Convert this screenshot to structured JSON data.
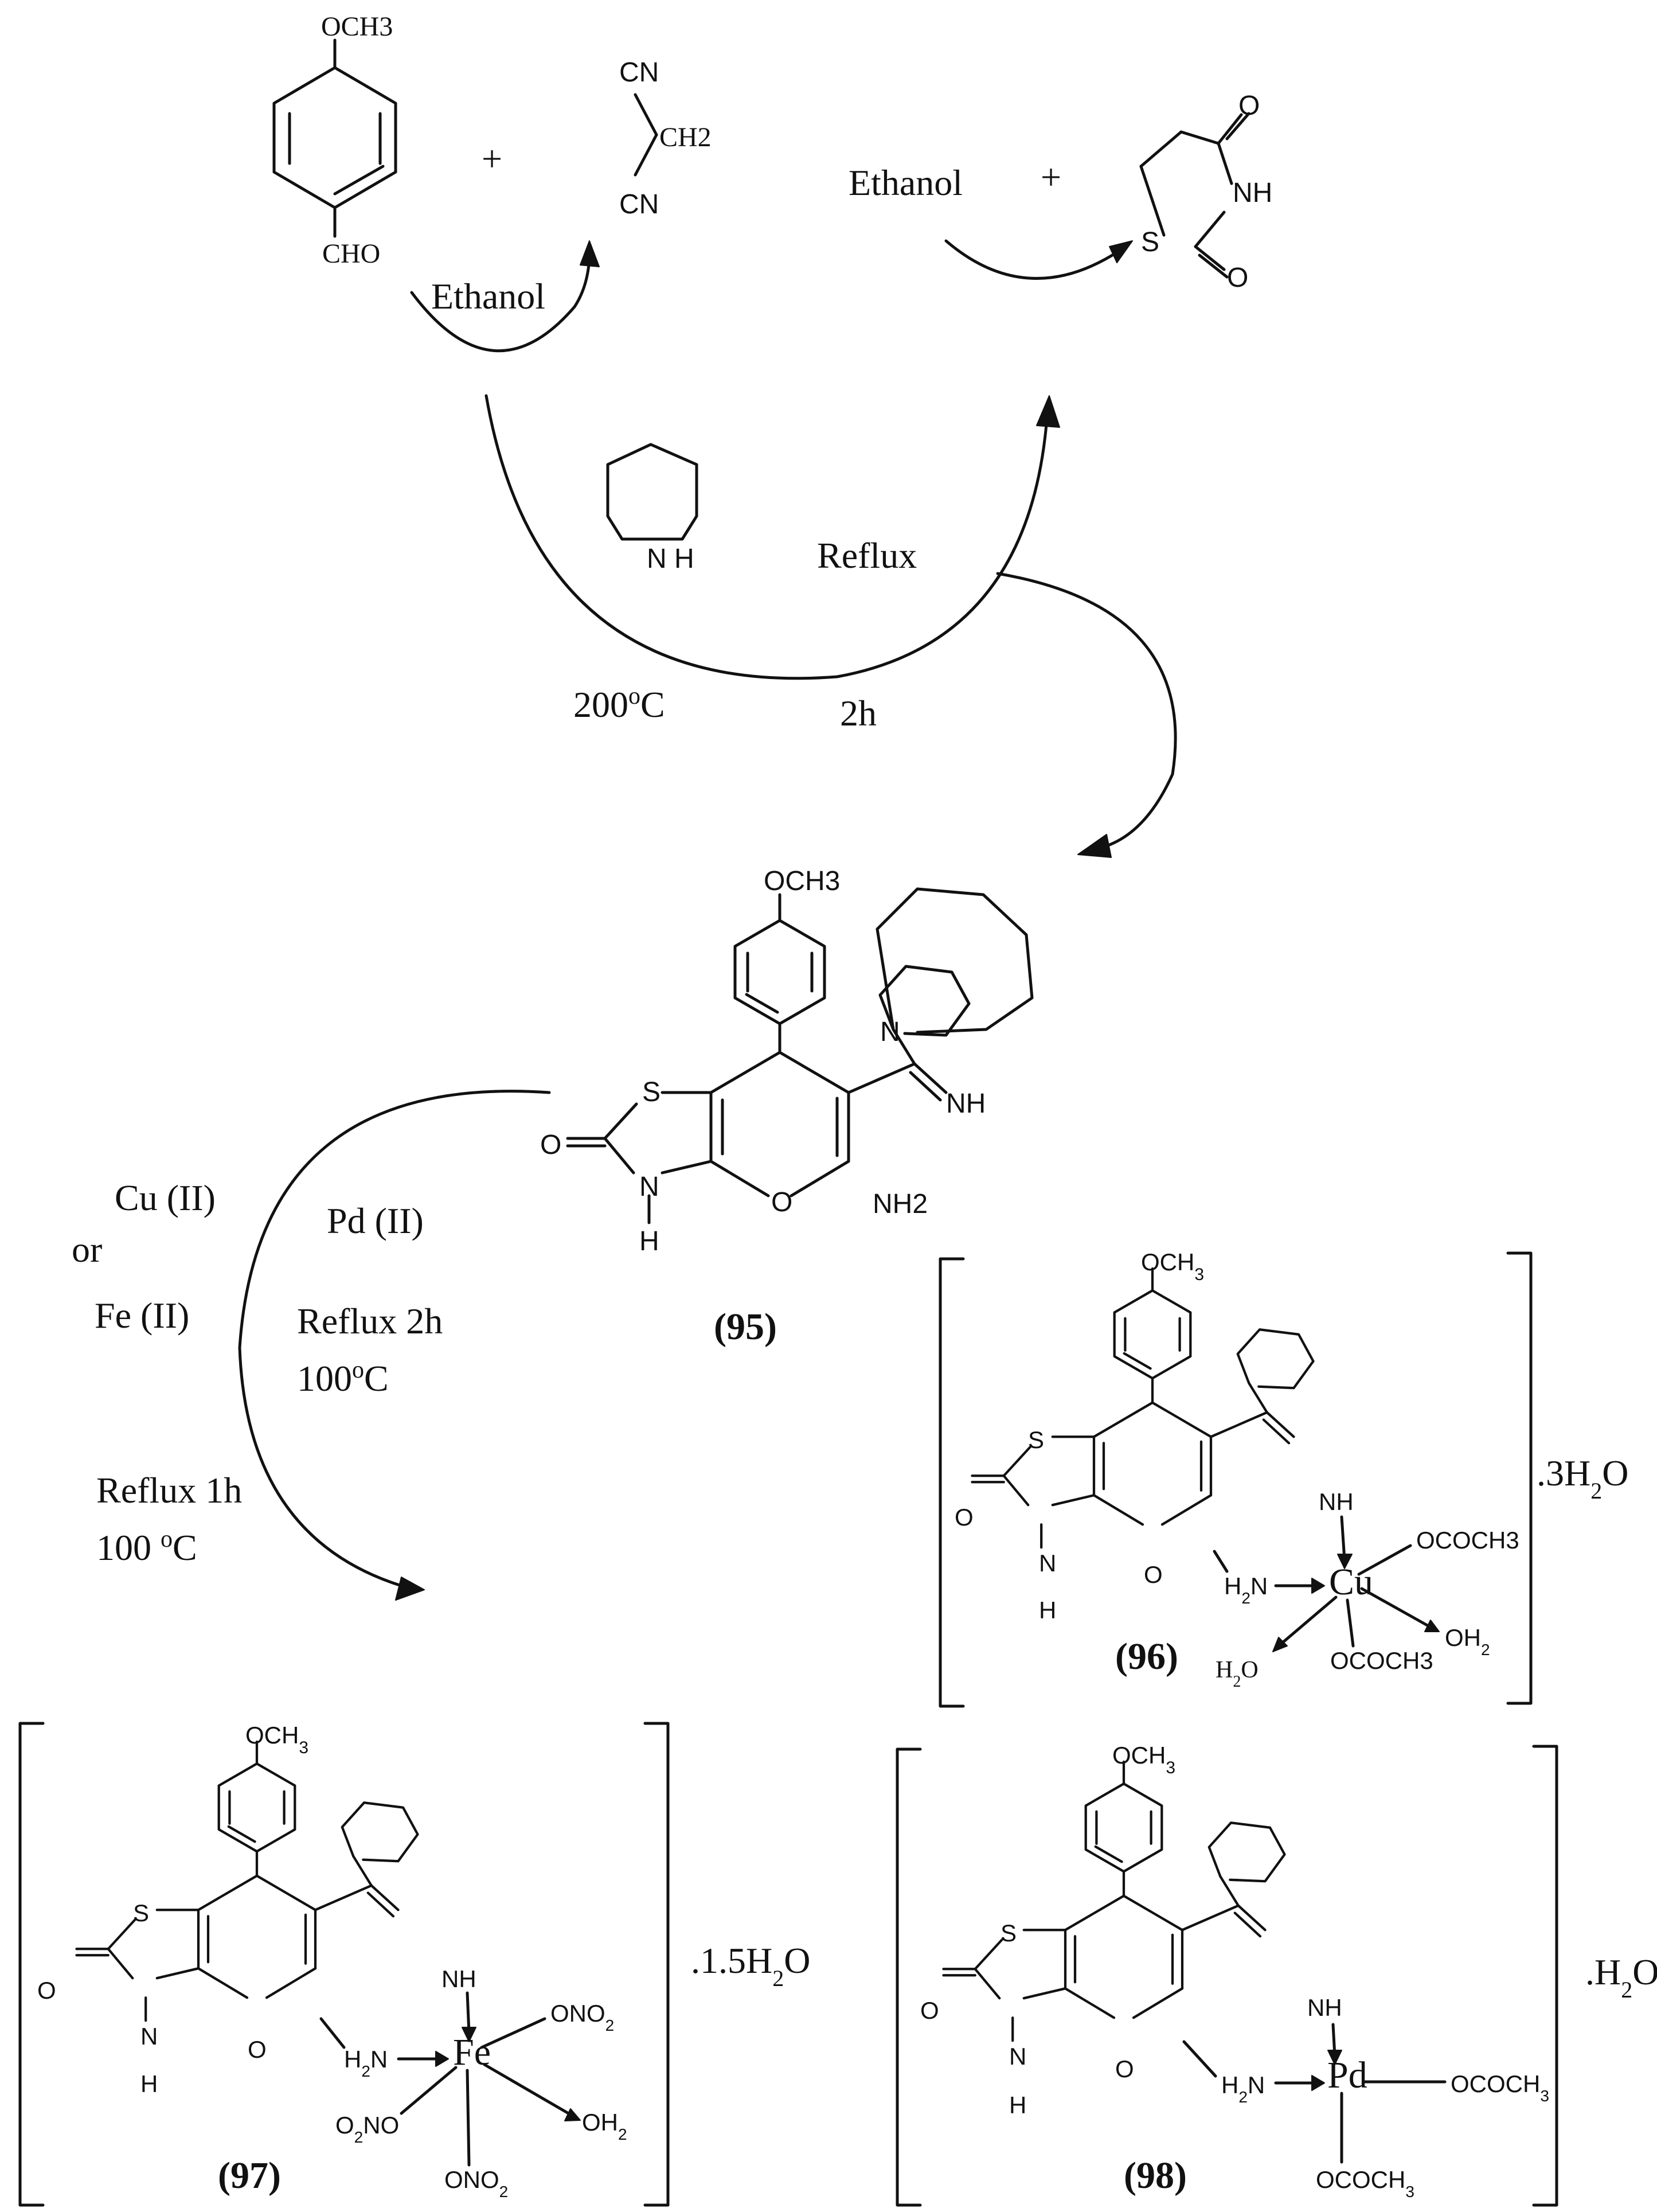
{
  "reactants": {
    "anisaldehyde": {
      "substituent_top": "OCH3",
      "substituent_bottom": "CHO"
    },
    "malononitrile": {
      "cn_top": "CN",
      "ch2": "CH2",
      "cn_bottom": "CN"
    },
    "thiazolidinedione": {
      "o_top": "O",
      "nh": "NH",
      "s": "S",
      "o_bottom": "O"
    },
    "plus_1": "+",
    "plus_2": "+"
  },
  "conditions": {
    "ethanol_1": "Ethanol",
    "ethanol_2": "Ethanol",
    "piperidine_nh": "N H",
    "reflux": "Reflux",
    "temp_200": "200oC",
    "time_2h": "2h",
    "metal_cu": "Cu (II)",
    "metal_or": "or",
    "metal_fe": "Fe (II)",
    "metal_pd": "Pd (II)",
    "reflux_2h": "Reflux 2h",
    "temp_100a": "100oC",
    "reflux_1h": "Reflux 1h",
    "temp_100b": "100 oC"
  },
  "compounds": {
    "c95": {
      "label": "(95)",
      "och3": "OCH3",
      "s": "S",
      "o_carbonyl": "O",
      "n": "N",
      "h": "H",
      "o_ring": "O",
      "nh2": "NH2",
      "nh": "NH",
      "n_pip": "N"
    },
    "c96": {
      "label": "(96)",
      "hydrate": ".3H2O",
      "metal": "Cu",
      "ligand_1": "OCOCH3",
      "ligand_2": "OH2",
      "ligand_3": "OCOCH3",
      "ligand_4": "H2O",
      "amine": "H2N",
      "nh": "NH"
    },
    "c97": {
      "label": "(97)",
      "hydrate": ".1.5H2O",
      "metal": "Fe",
      "ligand_1": "ONO2",
      "ligand_2": "OH2",
      "ligand_3": "ONO2",
      "ligand_4": "O2NO",
      "amine": "H2N",
      "nh": "NH"
    },
    "c98": {
      "label": "(98)",
      "hydrate": ".H2O",
      "metal": "Pd",
      "ligand_1": "OCOCH3",
      "ligand_2": "OCOCH3",
      "amine": "H2N",
      "nh": "NH"
    }
  }
}
